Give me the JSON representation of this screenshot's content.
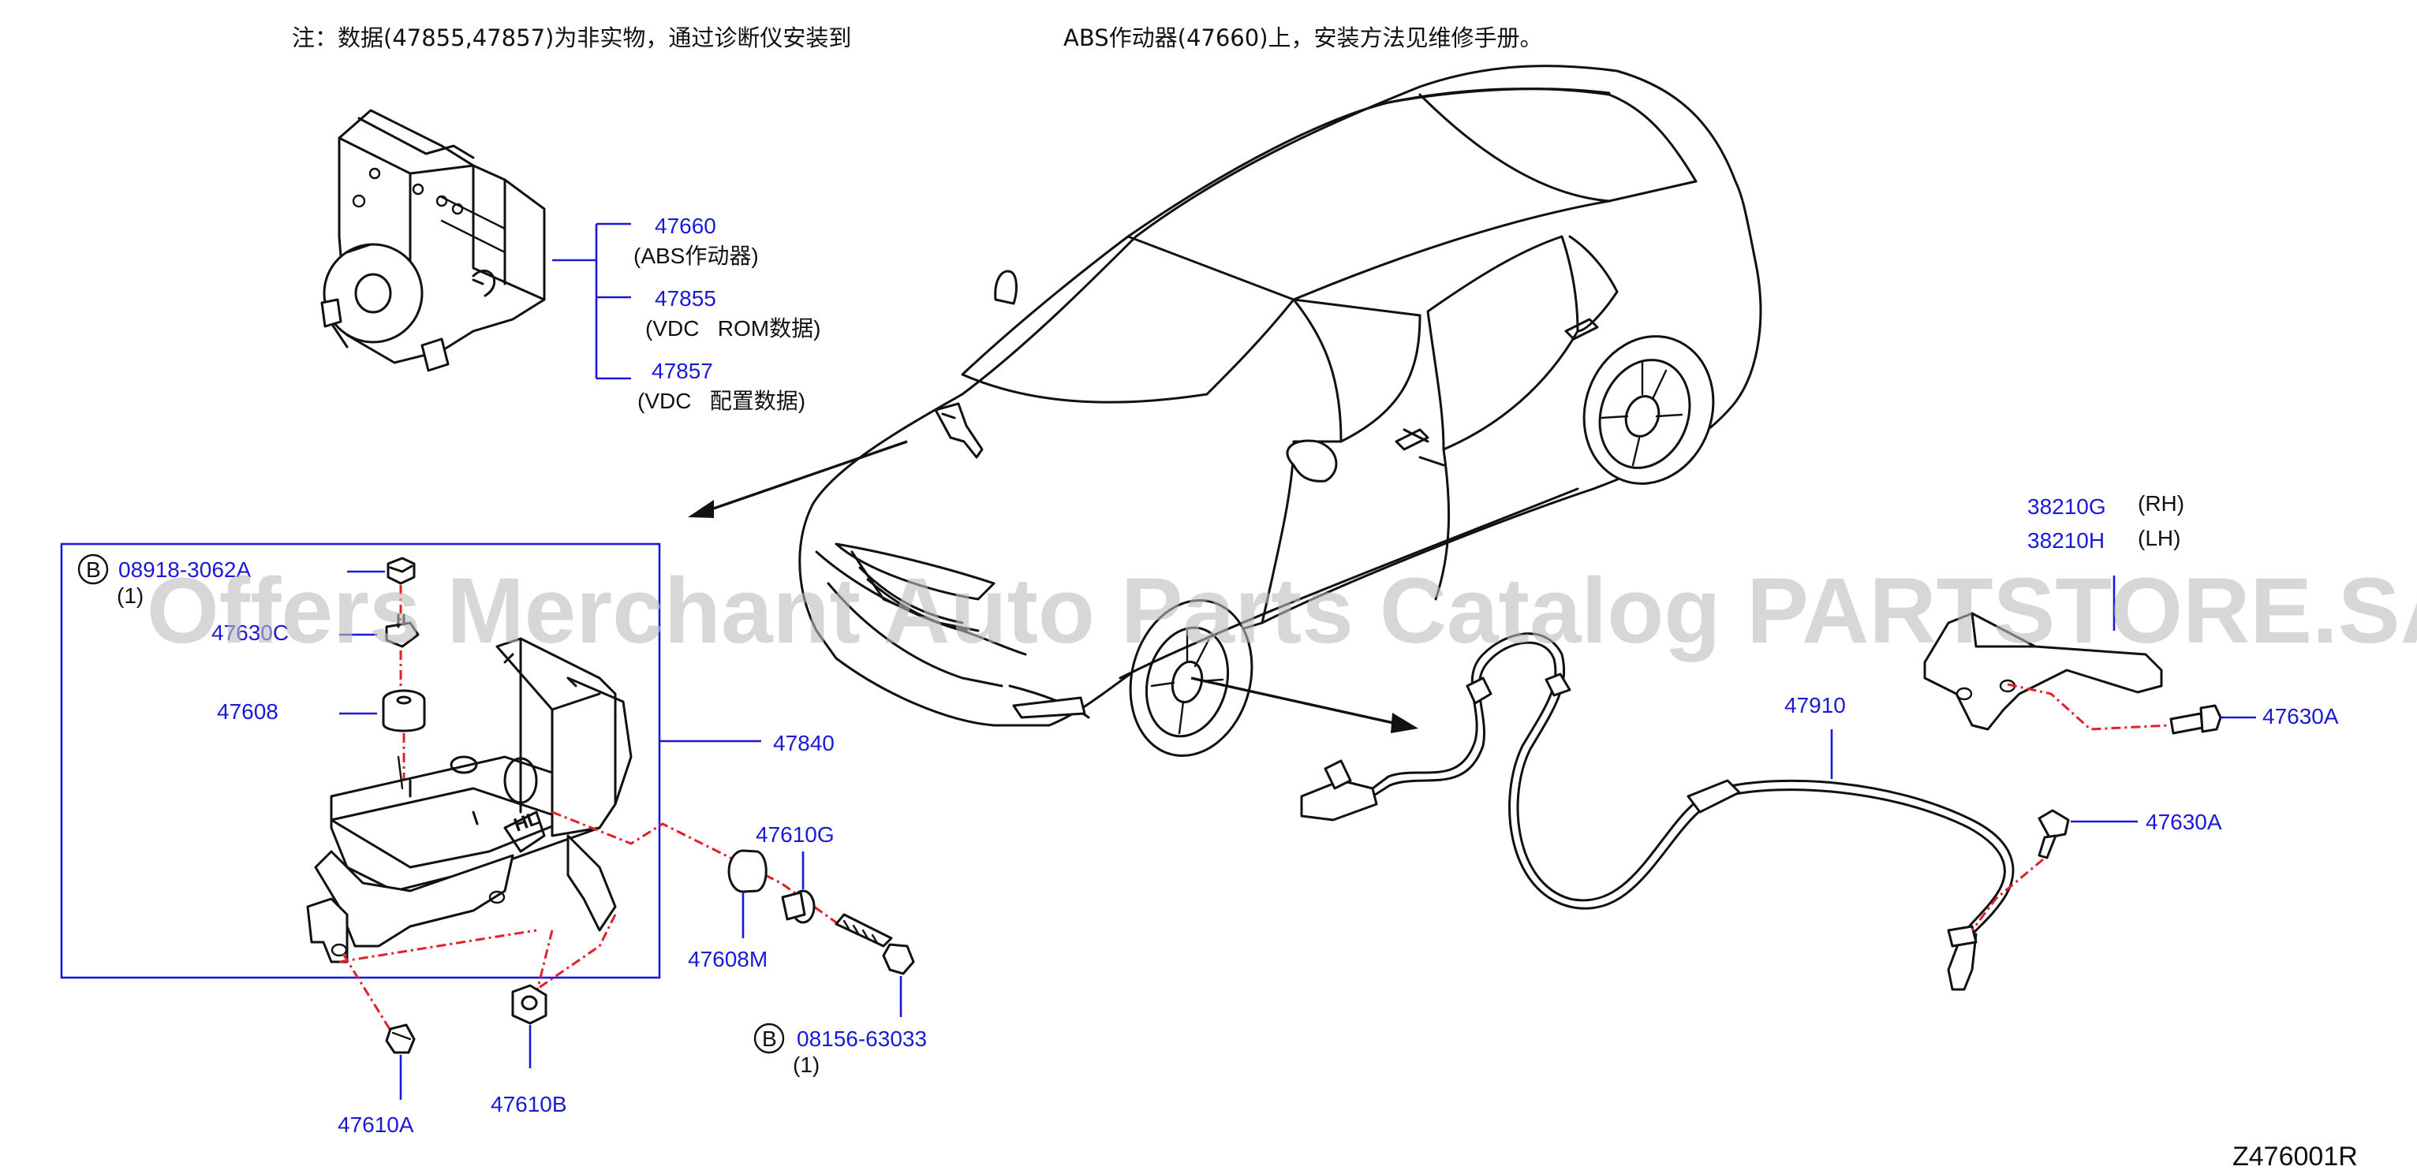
{
  "note": {
    "left": "注：数据(47855,47857)为非实物，通过诊断仪安装到",
    "right": "ABS作动器(47660)上，安装方法见维修手册。"
  },
  "watermark": "Offers Merchant Auto Parts Catalog PARTSTORE.SA",
  "diagram_id": "Z476001R",
  "abs_unit": {
    "p1": {
      "num": "47660",
      "desc": "(ABS作动器)"
    },
    "p2": {
      "num": "47855",
      "desc": "(VDC   ROM数据)"
    },
    "p3": {
      "num": "47857",
      "desc": "(VDC   配置数据)"
    }
  },
  "bracket_box": {
    "bolt_badge": "B",
    "bolt": "08918-3062A",
    "bolt_qty": "(1)",
    "p_47630c": "47630C",
    "p_47608": "47608",
    "p_47840": "47840"
  },
  "lower_parts": {
    "p_47610a": "47610A",
    "p_47610b": "47610B",
    "p_47610g": "47610G",
    "p_47608m": "47608M",
    "bolt2_badge": "B",
    "bolt2": "08156-63033",
    "bolt2_qty": "(1)"
  },
  "sensor": {
    "p_38210g": "38210G",
    "rh": "(RH)",
    "p_38210h": "38210H",
    "lh": "(LH)",
    "p_47910": "47910",
    "p_47630a_1": "47630A",
    "p_47630a_2": "47630A"
  },
  "colors": {
    "part_label": "#1a1ad6",
    "centerline": "#e0202a",
    "line": "#111111"
  }
}
